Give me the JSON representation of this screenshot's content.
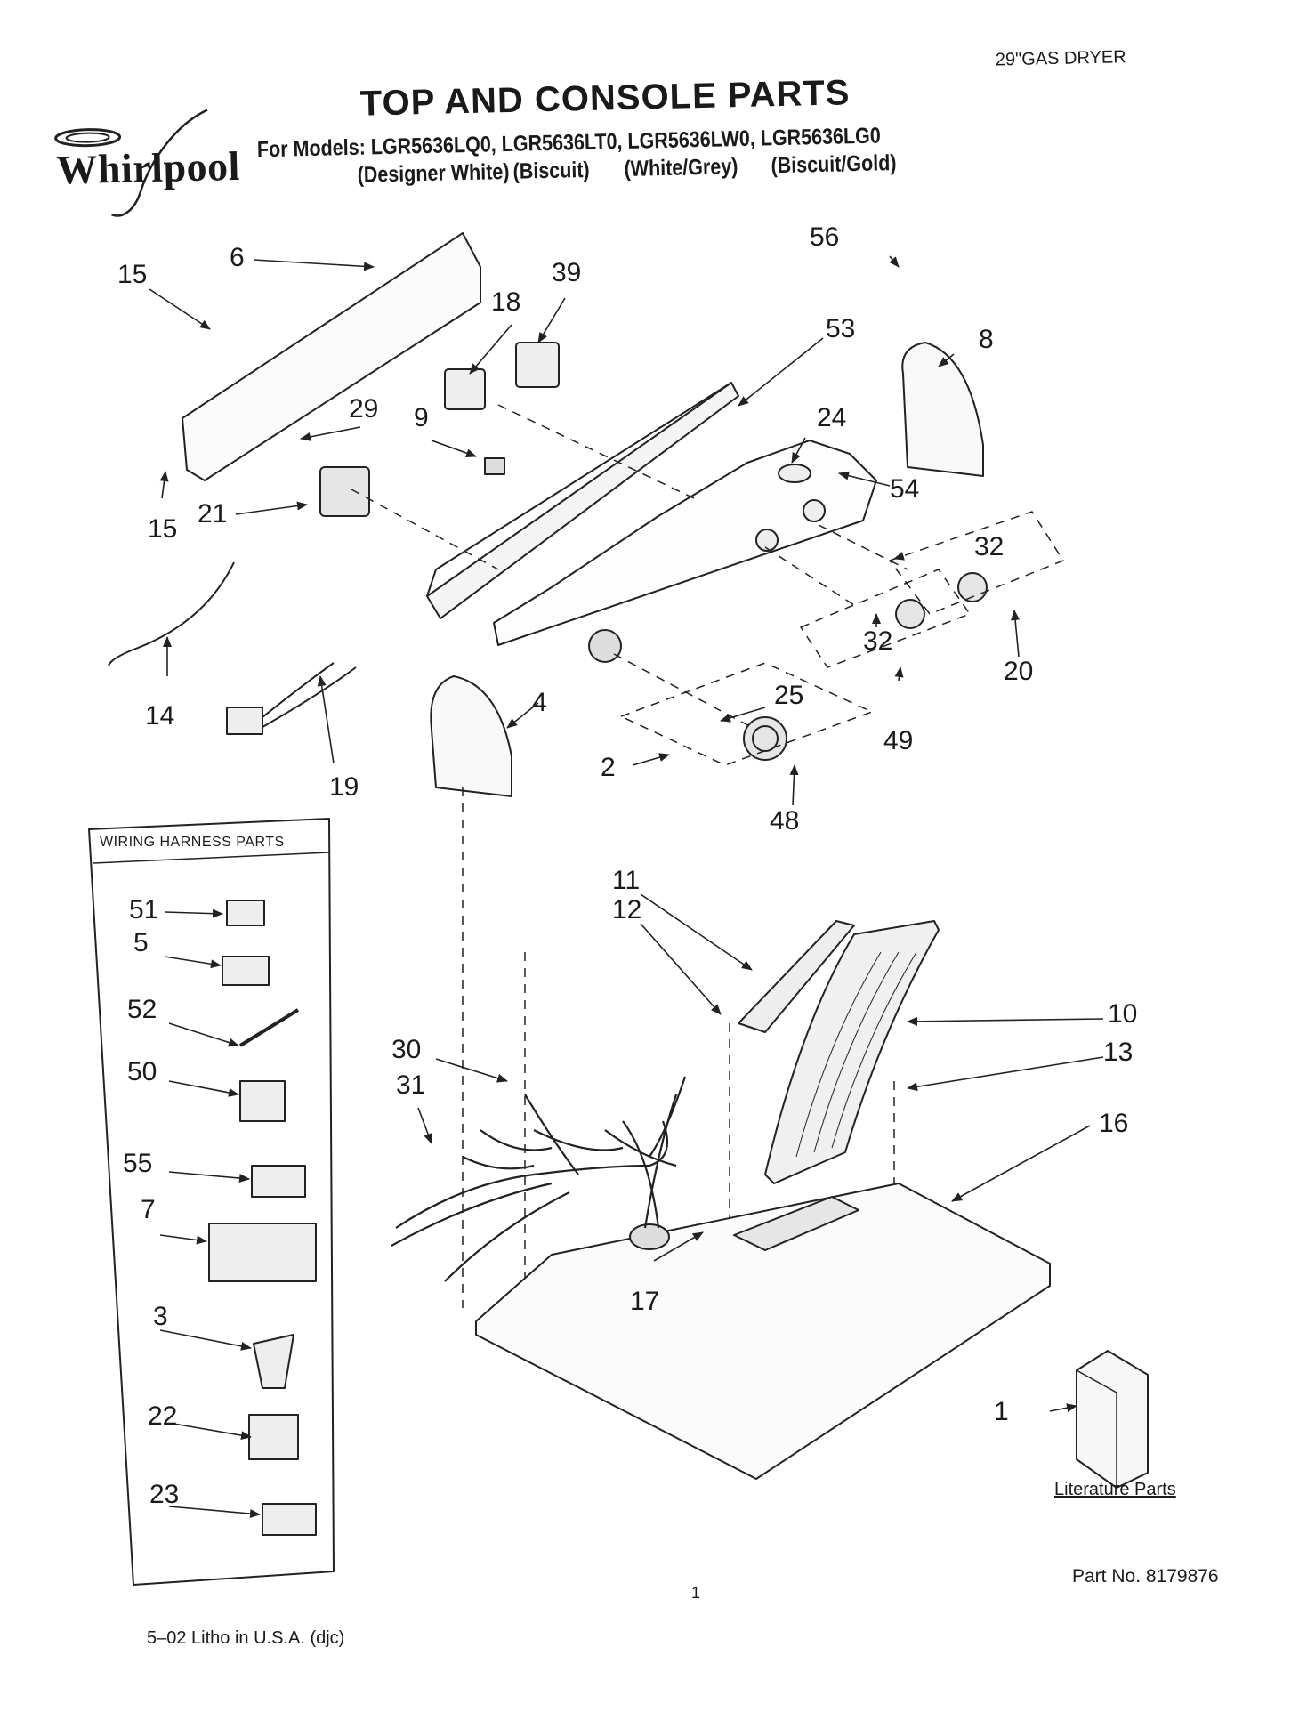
{
  "header": {
    "brand": "Whirlpool",
    "title": "TOP AND CONSOLE PARTS",
    "product_type": "29\"GAS DRYER",
    "models_line": "For Models: LGR5636LQ0, LGR5636LT0, LGR5636LW0, LGR5636LG0",
    "model_colors": [
      "(Designer White)",
      "(Biscuit)",
      "(White/Grey)",
      "(Biscuit/Gold)"
    ]
  },
  "wiring_box": {
    "title": "WIRING HARNESS PARTS"
  },
  "callouts": {
    "c1": "1",
    "c2": "2",
    "c3": "3",
    "c4": "4",
    "c5": "5",
    "c6": "6",
    "c7": "7",
    "c8": "8",
    "c9": "9",
    "c10": "10",
    "c11": "11",
    "c12": "12",
    "c13": "13",
    "c14": "14",
    "c15a": "15",
    "c15b": "15",
    "c16": "16",
    "c17": "17",
    "c18": "18",
    "c19": "19",
    "c20": "20",
    "c21": "21",
    "c22": "22",
    "c23": "23",
    "c24": "24",
    "c25": "25",
    "c29": "29",
    "c30": "30",
    "c31": "31",
    "c32a": "32",
    "c32b": "32",
    "c39": "39",
    "c48": "48",
    "c49": "49",
    "c50": "50",
    "c51": "51",
    "c52": "52",
    "c53": "53",
    "c54": "54",
    "c55": "55",
    "c56": "56"
  },
  "literature_label": "Literature Parts",
  "footer": {
    "part_no": "Part No. 8179876",
    "page": "1",
    "litho": "5–02 Litho in U.S.A. (djc)"
  }
}
